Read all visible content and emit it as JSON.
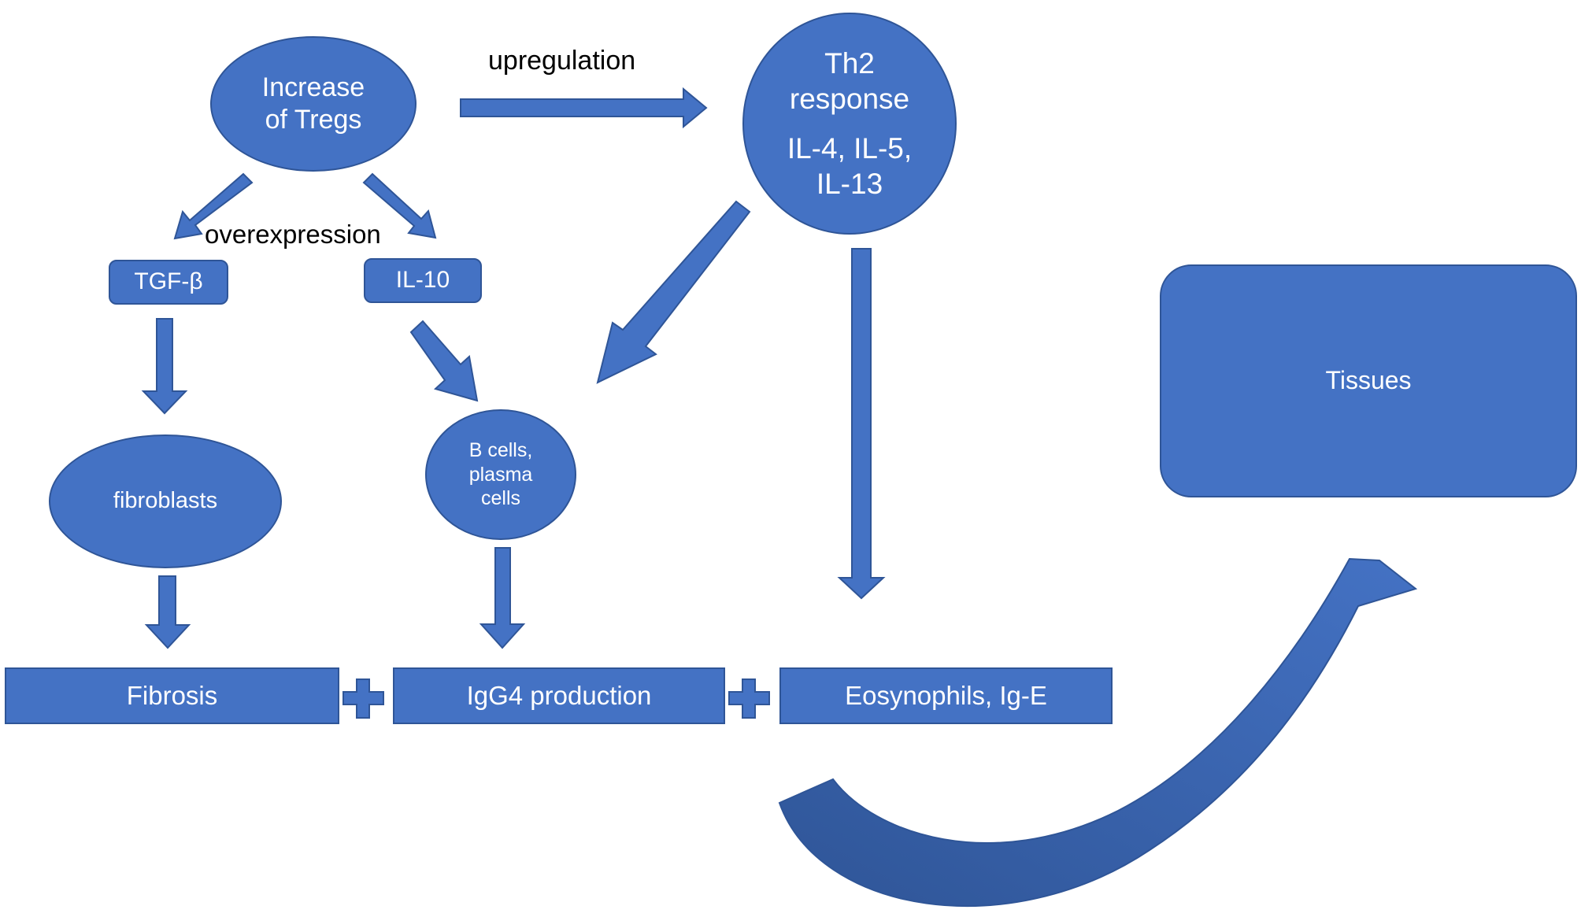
{
  "colors": {
    "fill": "#4472c4",
    "stroke": "#2f5597",
    "curve_fill": "#3a62ad",
    "text": "#ffffff",
    "label": "#000000"
  },
  "nodes": {
    "tregs": "Increase\nof Tregs",
    "th2_title": "Th2\nresponse",
    "th2_cytokines": "IL-4, IL-5,\nIL-13",
    "tgf": "TGF-β",
    "il10": "IL-10",
    "fibroblasts": "fibroblasts",
    "bcells": "B cells,\nplasma\ncells",
    "fibrosis": "Fibrosis",
    "igg4": "IgG4 production",
    "eos": "Eosynophils, Ig-E",
    "tissues": "Tissues"
  },
  "labels": {
    "upregulation": "upregulation",
    "overexpression": "overexpression"
  },
  "connectors": [
    {
      "from": "tregs",
      "to": "th2",
      "icon": "right-arrow-icon"
    },
    {
      "from": "tregs",
      "to": "tgf",
      "icon": "down-left-arrow-icon"
    },
    {
      "from": "tregs",
      "to": "il10",
      "icon": "down-right-arrow-icon"
    },
    {
      "from": "tgf",
      "to": "fibroblasts",
      "icon": "down-arrow-icon"
    },
    {
      "from": "il10",
      "to": "bcells",
      "icon": "down-right-arrow-icon"
    },
    {
      "from": "th2",
      "to": "bcells",
      "icon": "down-left-arrow-icon"
    },
    {
      "from": "th2",
      "to": "eos",
      "icon": "down-arrow-icon"
    },
    {
      "from": "fibroblasts",
      "to": "fibrosis",
      "icon": "down-arrow-icon"
    },
    {
      "from": "bcells",
      "to": "igg4",
      "icon": "down-arrow-icon"
    },
    {
      "from": "eos",
      "to": "tissues",
      "icon": "curved-arrow-icon"
    }
  ],
  "plus_icons": [
    "plus-icon",
    "plus-icon"
  ]
}
